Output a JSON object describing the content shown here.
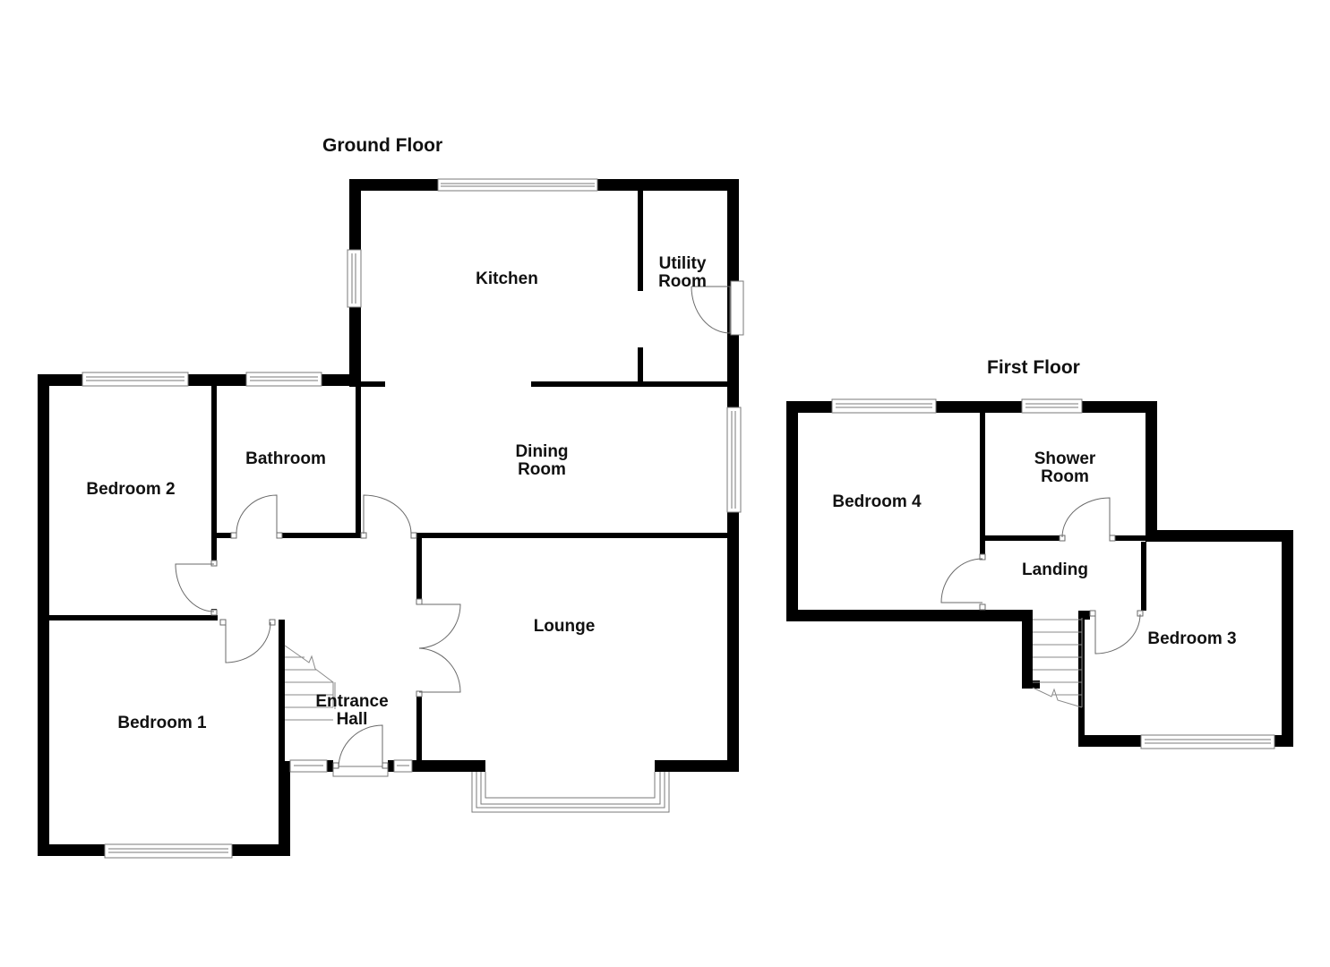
{
  "floors": {
    "ground": {
      "title": "Ground Floor",
      "rooms": {
        "kitchen": "Kitchen",
        "utility_1": "Utility",
        "utility_2": "Room",
        "dining_1": "Dining",
        "dining_2": "Room",
        "bathroom": "Bathroom",
        "bedroom2": "Bedroom 2",
        "bedroom1": "Bedroom 1",
        "hall_1": "Entrance",
        "hall_2": "Hall",
        "lounge": "Lounge"
      }
    },
    "first": {
      "title": "First Floor",
      "rooms": {
        "bedroom4": "Bedroom 4",
        "shower_1": "Shower",
        "shower_2": "Room",
        "landing": "Landing",
        "bedroom3": "Bedroom 3"
      }
    }
  },
  "colors": {
    "wall": "#000000",
    "background": "#ffffff",
    "fixture_line": "#7a7a7a"
  }
}
